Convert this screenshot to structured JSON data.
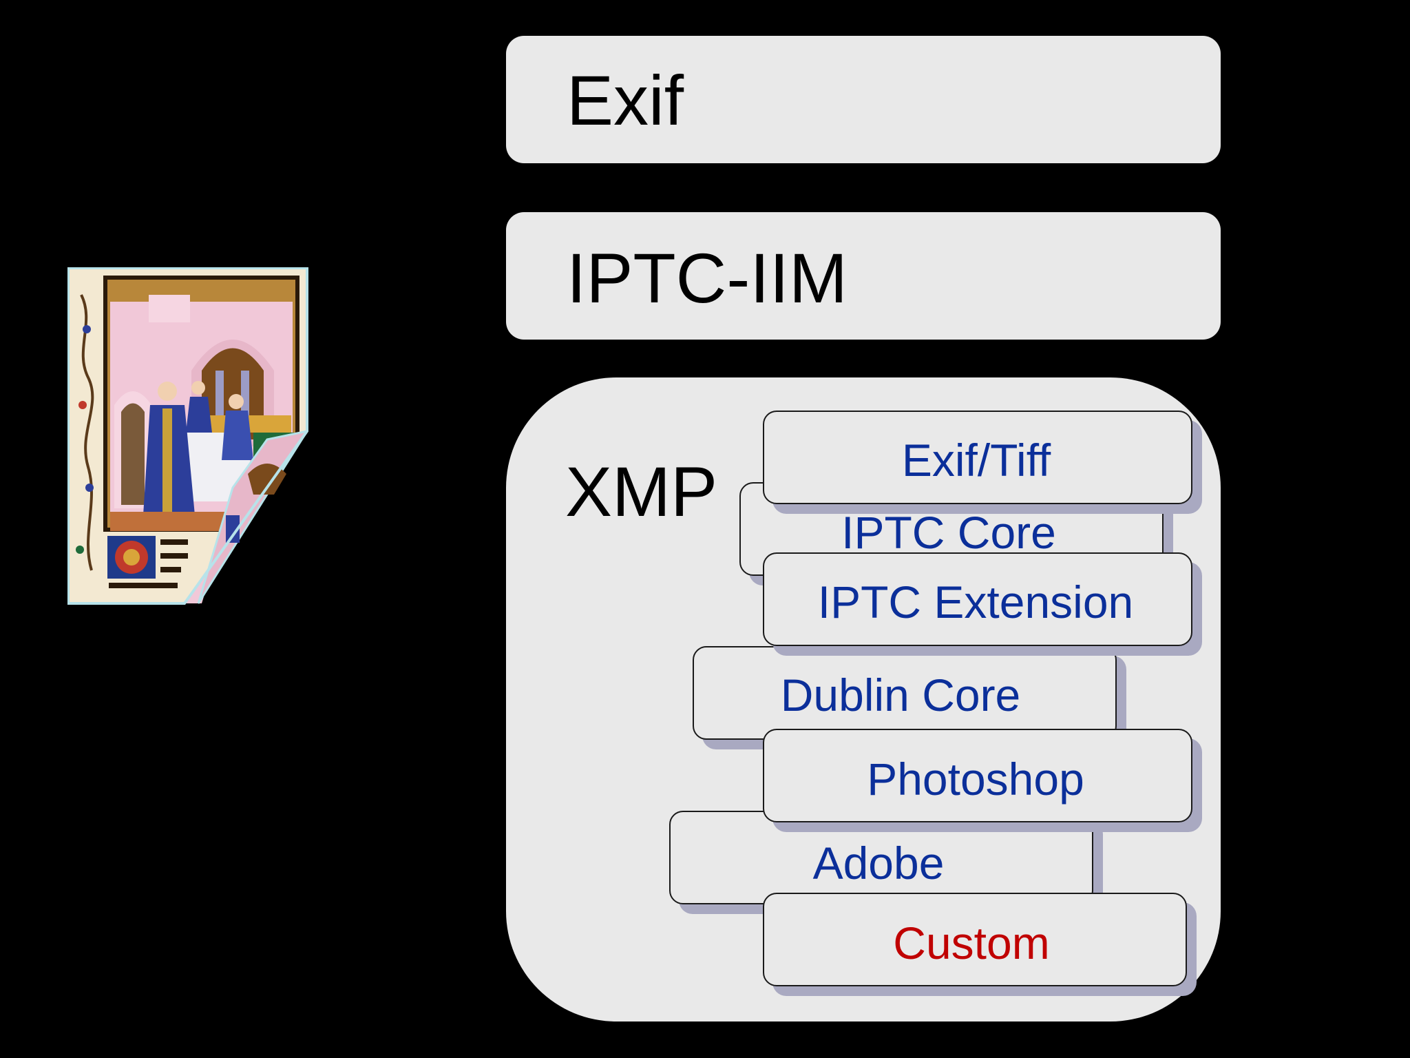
{
  "panels": {
    "exif": {
      "label": "Exif"
    },
    "iptc_iim": {
      "label": "IPTC-IIM"
    },
    "xmp": {
      "label": "XMP"
    }
  },
  "schemas": [
    {
      "id": "dublin-core",
      "label": "Dublin Core"
    },
    {
      "id": "adobe",
      "label": "Adobe"
    },
    {
      "id": "iptc-core",
      "label": "IPTC Core"
    },
    {
      "id": "exif-tiff",
      "label": "Exif/Tiff"
    },
    {
      "id": "iptc-extension",
      "label": "IPTC Extension"
    },
    {
      "id": "photoshop",
      "label": "Photoshop"
    },
    {
      "id": "custom",
      "label": "Custom"
    }
  ],
  "colors": {
    "background": "#000000",
    "panel": "#e9e9e9",
    "schema_text": "#0b2f9a",
    "custom_text": "#c00000",
    "shadow": "#a9a9c1"
  },
  "thumbnail": {
    "icon": "illuminated-manuscript-image"
  }
}
